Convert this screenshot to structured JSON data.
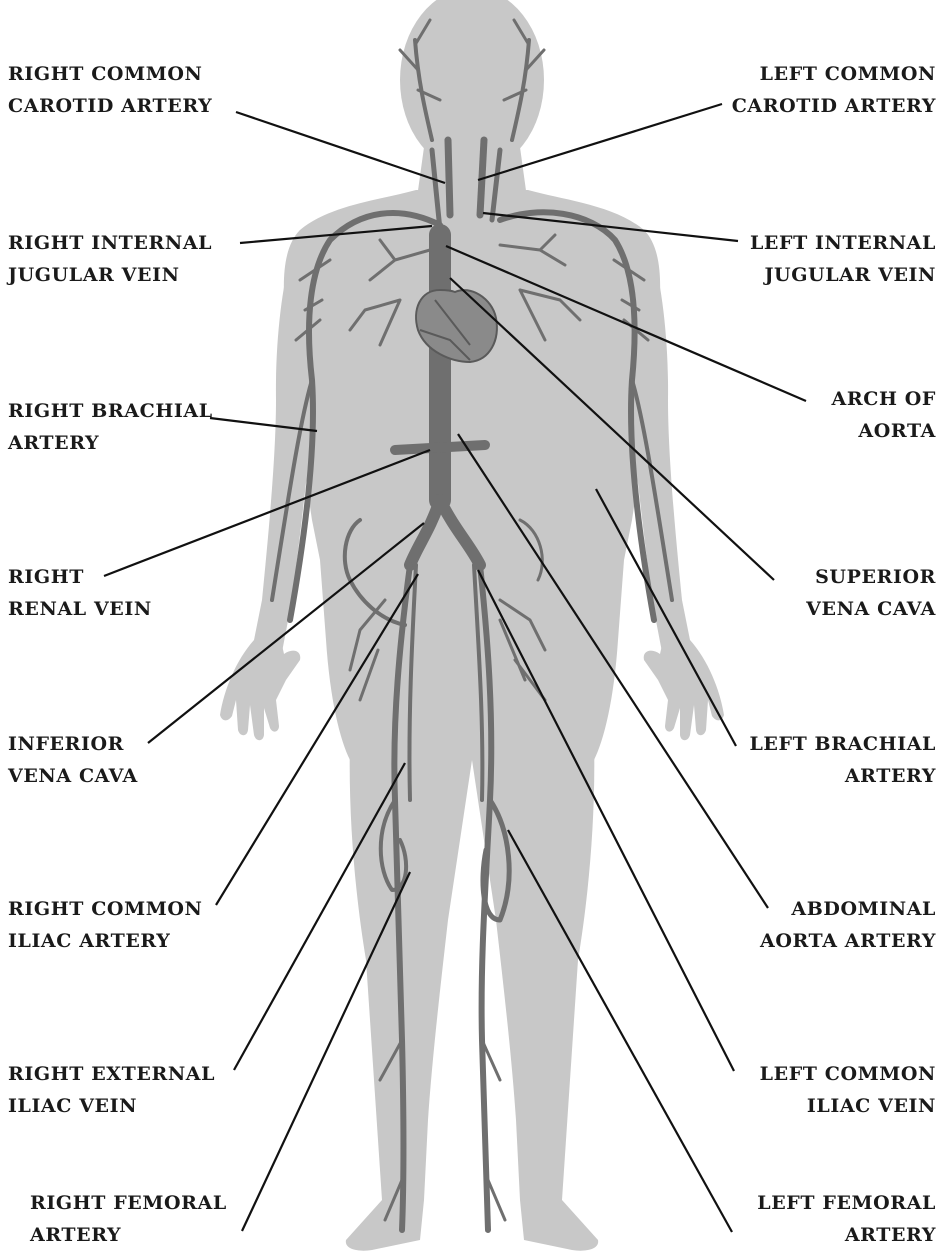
{
  "labels": {
    "right_common_carotid": [
      "RIGHT COMMON",
      "CAROTID ARTERY"
    ],
    "left_common_carotid": [
      "LEFT COMMON",
      "CAROTID ARTERY"
    ],
    "right_internal_jugular": [
      "RIGHT INTERNAL",
      "JUGULAR VEIN"
    ],
    "left_internal_jugular": [
      "LEFT INTERNAL",
      "JUGULAR VEIN"
    ],
    "arch_of_aorta": [
      "ARCH OF",
      "AORTA"
    ],
    "right_brachial": [
      "RIGHT BRACHIAL",
      "ARTERY"
    ],
    "superior_vena_cava": [
      "SUPERIOR",
      "VENA CAVA"
    ],
    "right_renal_vein": [
      "RIGHT",
      "RENAL VEIN"
    ],
    "left_brachial": [
      "LEFT BRACHIAL",
      "ARTERY"
    ],
    "inferior_vena_cava": [
      "INFERIOR",
      "VENA CAVA"
    ],
    "abdominal_aorta": [
      "ABDOMINAL",
      "AORTA ARTERY"
    ],
    "right_common_iliac": [
      "RIGHT COMMON",
      "ILIAC ARTERY"
    ],
    "left_common_iliac": [
      "LEFT COMMON",
      "ILIAC VEIN"
    ],
    "right_external_iliac": [
      "RIGHT EXTERNAL",
      "ILIAC VEIN"
    ],
    "left_femoral": [
      "LEFT FEMORAL",
      "ARTERY"
    ],
    "right_femoral": [
      "RIGHT FEMORAL",
      "ARTERY"
    ]
  },
  "colors": {
    "body": "#c8c8c8",
    "vessel": "#6f6f6f",
    "heart": "#8a8a8a",
    "leader_line": "#111111",
    "text": "#1a1a1a"
  }
}
